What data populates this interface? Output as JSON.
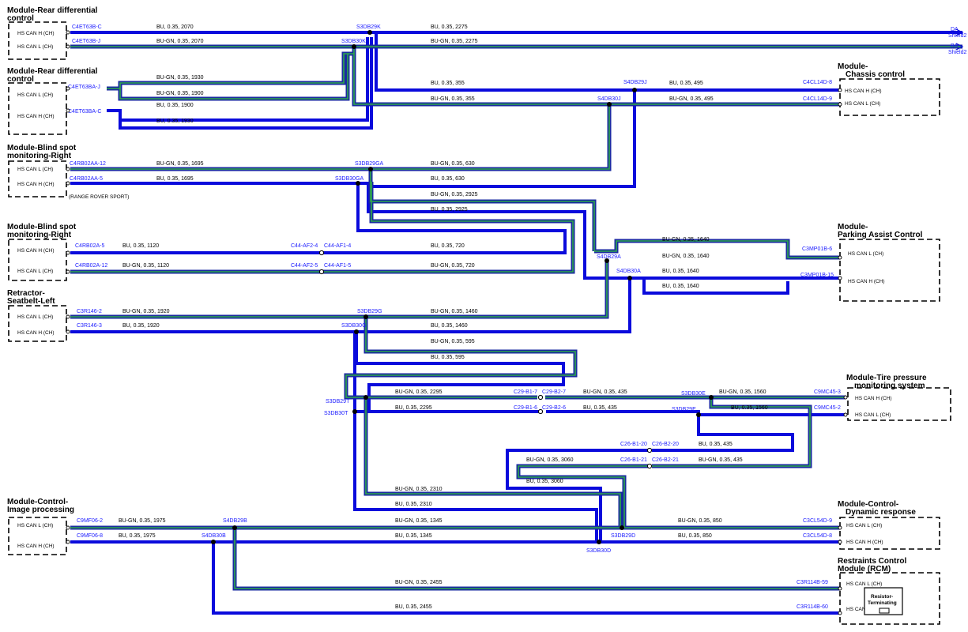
{
  "colors": {
    "bu": "#0a0adc",
    "bu_gn_outer": "#1a2aa0",
    "bu_gn_inner": "#2ea84a",
    "connector_text": "#1a1aff",
    "text": "#000000"
  },
  "modules": {
    "rear_diff_1": {
      "title1": "Module-Rear differential",
      "title2": "control",
      "pin_a": "HS CAN H (CH)",
      "pin_b": "HS CAN L (CH)"
    },
    "rear_diff_2": {
      "title1": "Module-Rear differential",
      "title2": "control",
      "pin_a": "HS CAN L (CH)",
      "pin_b": "HS CAN H (CH)"
    },
    "chassis": {
      "title1": "Module-",
      "title2": "Chassis control",
      "pin_a": "HS CAN H (CH)",
      "pin_b": "HS CAN L (CH)"
    },
    "bsm_1": {
      "title1": "Module-Blind spot",
      "title2": "monitoring-Right",
      "pin_a": "HS CAN L (CH)",
      "pin_b": "HS CAN H (CH)",
      "note": "(RANGE ROVER SPORT)"
    },
    "bsm_2": {
      "title1": "Module-Blind spot",
      "title2": "monitoring-Right",
      "pin_a": "HS CAN H (CH)",
      "pin_b": "HS CAN L (CH)"
    },
    "parking": {
      "title1": "Module-",
      "title2": "Parking Assist Control",
      "pin_a": "HS CAN L (CH)",
      "pin_b": "HS CAN H (CH)"
    },
    "seatbelt": {
      "title1": "Retractor-",
      "title2": "Seatbelt-Left",
      "pin_a": "HS CAN L (CH)",
      "pin_b": "HS CAN H (CH)"
    },
    "tpms": {
      "title1": "Module-Tire pressure",
      "title2": "monitoring system",
      "pin_a": "HS CAN H (CH)",
      "pin_b": "HS CAN L (CH)"
    },
    "image": {
      "title1": "Module-Control-",
      "title2": "Image processing",
      "pin_a": "HS CAN L (CH)",
      "pin_b": "HS CAN H (CH)"
    },
    "dynamic": {
      "title1": "Module-Control-",
      "title2": "Dynamic response",
      "pin_a": "HS CAN L (CH)",
      "pin_b": "HS CAN H (CH)"
    },
    "rcm": {
      "title1": "Restraints Control",
      "title2": "Module (RCM)",
      "pin_a": "HS CAN L (CH)",
      "pin_b": "HS CAN H (CH)",
      "resistor1": "Resistor-",
      "resistor2": "Terminating"
    }
  },
  "connectors": {
    "c4et63b_c": "C4ET63B-C",
    "c4et63b_j": "C4ET63B-J",
    "c4et63ba_j": "C4ET63BA-J",
    "c4et63ba_c": "C4ET63BA-C",
    "c4cl14d_8": "C4CL14D-8",
    "c4cl14d_9": "C4CL14D-9",
    "c4rb02aa_12": "C4RB02AA-12",
    "c4rb02aa_5": "C4RB02AA-5",
    "c4rb02a_5": "C4RB02A-5",
    "c4rb02a_12": "C4RB02A-12",
    "c44_af2_4": "C44-AF2-4",
    "c44_af1_4": "C44-AF1-4",
    "c44_af2_5": "C44-AF2-5",
    "c44_af1_5": "C44-AF1-5",
    "c3mp01b_6": "C3MP01B-6",
    "c3mp01b_15": "C3MP01B-15",
    "c3r146_2": "C3R146-2",
    "c3r146_3": "C3R146-3",
    "c29_b1_7": "C29-B1-7",
    "c29_b2_7": "C29-B2-7",
    "c29_b1_6": "C29-B1-6",
    "c29_b2_6": "C29-B2-6",
    "c9mc45_3": "C9MC45-3",
    "c9mc45_2": "C9MC45-2",
    "c26_b1_20": "C26-B1-20",
    "c26_b2_20": "C26-B2-20",
    "c26_b1_21": "C26-B1-21",
    "c26_b2_21": "C26-B2-21",
    "c9mf06_2": "C9MF06-2",
    "c9mf06_8": "C9MF06-8",
    "c3cl54d_9": "C3CL54D-9",
    "c3cl54d_8": "C3CL54D-8",
    "c3r114b_59": "C3R114B-59",
    "c3r114b_60": "C3R114B-60"
  },
  "splices": {
    "s3db29k": "S3DB29K",
    "s3db30k": "S3DB30K",
    "s4db29j": "S4DB29J",
    "s4db30j": "S4DB30J",
    "s3db29ga": "S3DB29GA",
    "s3db30ga": "S3DB30GA",
    "s4db29a": "S4DB29A",
    "s4db30a": "S4DB30A",
    "s3db29g": "S3DB29G",
    "s3db30g": "S3DB30G",
    "s3db29t": "S3DB29T",
    "s3db30t": "S3DB30T",
    "s3db30e": "S3DB30E",
    "s3db29e": "S3DB29E",
    "s4db29b": "S4DB29B",
    "s4db30b": "S4DB30B",
    "s3db29d": "S3DB29D",
    "s3db30d": "S3DB30D"
  },
  "shields": {
    "da": "DA",
    "ba": "BA",
    "shield1": "Shield2",
    "shield2": "Shield2"
  },
  "wires": {
    "w01": "BU, 0.35, 2070",
    "w02": "BU-GN, 0.35, 2070",
    "w03": "BU, 0.35, 2275",
    "w04": "BU-GN, 0.35, 2275",
    "w05": "BU-GN, 0.35, 1930",
    "w06": "BU-GN, 0.35, 1900",
    "w07": "BU, 0.35, 1900",
    "w08": "BU, 0.35, 1930",
    "w09": "BU, 0.35, 355",
    "w10": "BU-GN, 0.35, 355",
    "w11": "BU, 0.35, 495",
    "w12": "BU-GN, 0.35, 495",
    "w13": "BU-GN, 0.35, 1695",
    "w14": "BU, 0.35, 1695",
    "w15": "BU-GN, 0.35, 630",
    "w16": "BU, 0.35, 630",
    "w17": "BU-GN, 0.35, 2925",
    "w18": "BU, 0.35, 2925",
    "w19": "BU, 0.35, 1120",
    "w20": "BU-GN, 0.35, 1120",
    "w21": "BU, 0.35, 720",
    "w22": "BU-GN, 0.35, 720",
    "w23": "BU-GN, 0.35, 1640",
    "w24": "BU-GN, 0.35, 1640",
    "w25": "BU, 0.35, 1640",
    "w26": "BU, 0.35, 1640",
    "w27": "BU-GN, 0.35, 1920",
    "w28": "BU, 0.35, 1920",
    "w29": "BU-GN, 0.35, 1460",
    "w30": "BU, 0.35, 1460",
    "w31": "BU-GN, 0.35, 595",
    "w32": "BU, 0.35, 595",
    "w33": "BU-GN, 0.35, 2295",
    "w34": "BU, 0.35, 2295",
    "w35": "BU-GN, 0.35, 435",
    "w36": "BU, 0.35, 435",
    "w37": "BU-GN, 0.35, 1560",
    "w38": "BU, 0.35, 1560",
    "w39": "BU, 0.35, 435",
    "w40": "BU-GN, 0.35, 435",
    "w41": "BU-GN, 0.35, 3060",
    "w42": "BU, 0.35, 3060",
    "w43": "BU-GN, 0.35, 2310",
    "w44": "BU, 0.35, 2310",
    "w45": "BU-GN, 0.35, 1975",
    "w46": "BU, 0.35, 1975",
    "w47": "BU-GN, 0.35, 1345",
    "w48": "BU, 0.35, 1345",
    "w49": "BU-GN, 0.35, 850",
    "w50": "BU, 0.35, 850",
    "w51": "BU-GN, 0.35, 2455",
    "w52": "BU, 0.35, 2455"
  }
}
